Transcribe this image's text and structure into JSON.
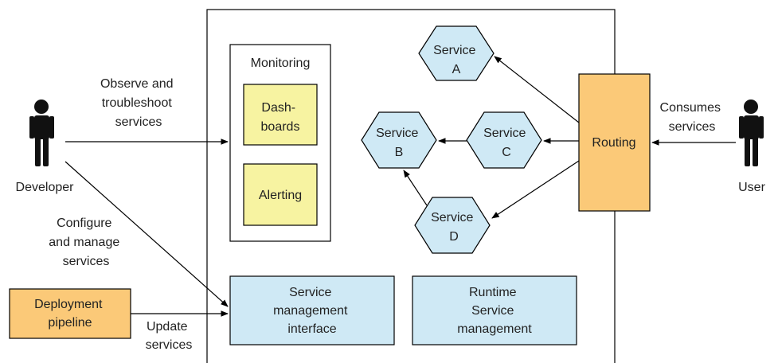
{
  "colors": {
    "light_blue": "#cfe9f5",
    "yellow": "#f7f3a1",
    "orange": "#fbc978",
    "line": "#000000",
    "text": "#222222"
  },
  "actors": {
    "developer": {
      "label": "Developer",
      "icon": "person-icon"
    },
    "user": {
      "label": "User",
      "icon": "person-icon"
    }
  },
  "monitoring": {
    "title": "Monitoring",
    "dashboards": [
      "Dash-",
      "boards"
    ],
    "alerting": "Alerting"
  },
  "services": {
    "a": [
      "Service",
      "A"
    ],
    "b": [
      "Service",
      "B"
    ],
    "c": [
      "Service",
      "C"
    ],
    "d": [
      "Service",
      "D"
    ]
  },
  "routing": "Routing",
  "service_management_interface": [
    "Service",
    "management",
    "interface"
  ],
  "runtime_service_management": [
    "Runtime",
    "Service",
    "management"
  ],
  "deployment_pipeline": [
    "Deployment",
    "pipeline"
  ],
  "edge_labels": {
    "observe": [
      "Observe and",
      "troubleshoot",
      "services"
    ],
    "configure": [
      "Configure",
      "and manage",
      "services"
    ],
    "update": [
      "Update",
      "services"
    ],
    "consumes": [
      "Consumes",
      "services"
    ]
  }
}
